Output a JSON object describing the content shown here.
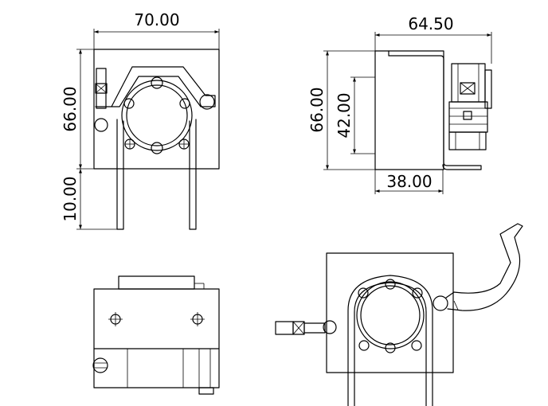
{
  "dimensions": {
    "front_width": "70.00",
    "front_height": "66.00",
    "front_leg": "10.00",
    "side_depth": "64.50",
    "side_height": "66.00",
    "side_inner_height": "42.00",
    "side_inner_width": "38.00"
  },
  "views": [
    "front-view",
    "side-view",
    "top-view",
    "open-clamp-view"
  ]
}
